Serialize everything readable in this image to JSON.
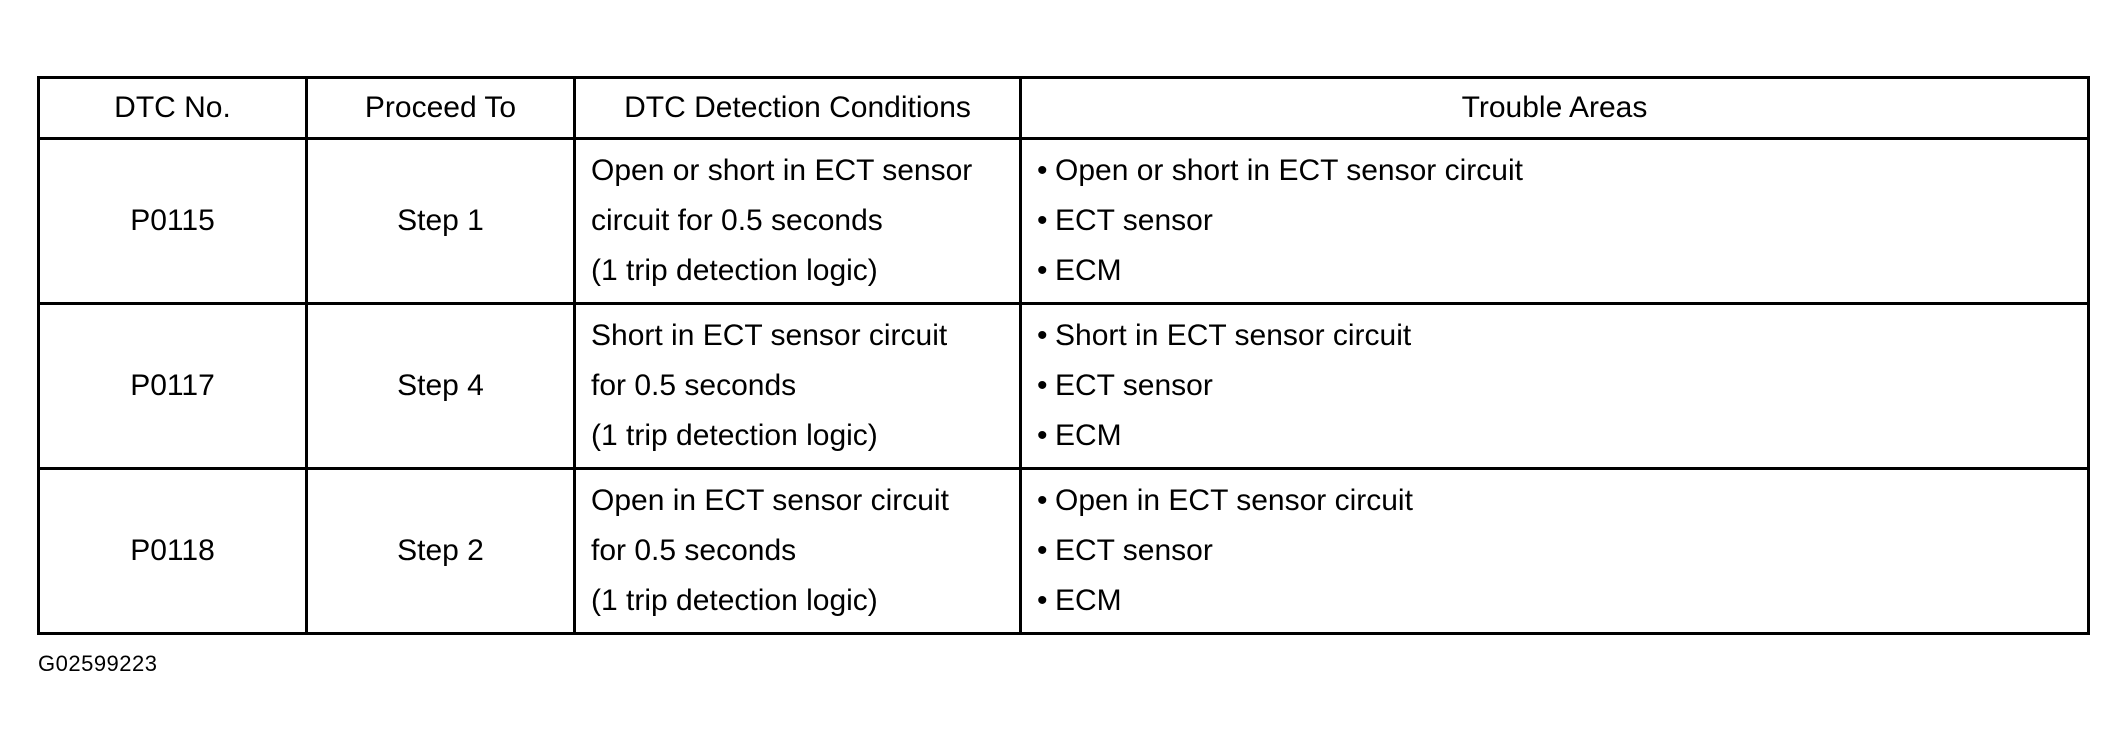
{
  "table": {
    "headers": [
      "DTC No.",
      "Proceed To",
      "DTC Detection Conditions",
      "Trouble Areas"
    ],
    "rows": [
      {
        "code": "P0115",
        "proceed": "Step 1",
        "conditions": [
          "Open or short in ECT sensor",
          "circuit for 0.5 seconds",
          "(1 trip detection logic)"
        ],
        "areas": [
          "Open or short in ECT sensor circuit",
          "ECT sensor",
          "ECM"
        ]
      },
      {
        "code": "P0117",
        "proceed": "Step 4",
        "conditions": [
          "Short in ECT sensor circuit",
          "for 0.5 seconds",
          "(1 trip detection logic)"
        ],
        "areas": [
          "Short in ECT sensor circuit",
          "ECT sensor",
          "ECM"
        ]
      },
      {
        "code": "P0118",
        "proceed": "Step 2",
        "conditions": [
          "Open in ECT sensor circuit",
          "for 0.5 seconds",
          "(1 trip detection logic)"
        ],
        "areas": [
          "Open in ECT sensor circuit",
          "ECT sensor",
          "ECM"
        ]
      }
    ],
    "bullet": "•"
  },
  "figure_id": "G02599223"
}
